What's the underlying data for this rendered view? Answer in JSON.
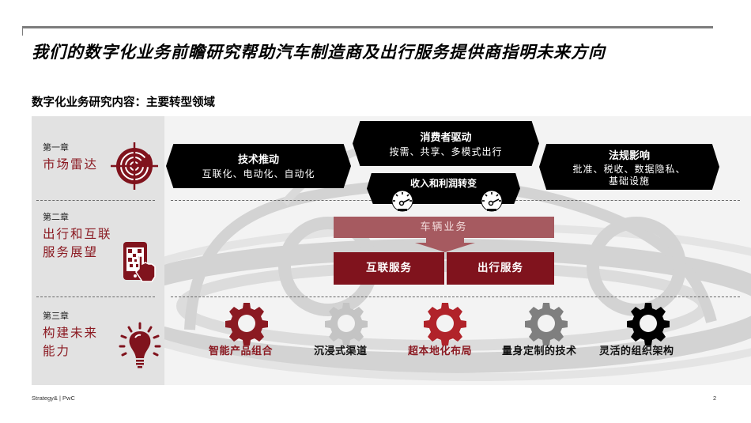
{
  "header": {
    "title": "我们的数字化业务前瞻研究帮助汽车制造商及出行服务提供商指明未来方向",
    "subtitle": "数字化业务研究内容：主要转型领域"
  },
  "chapters": [
    {
      "number": "第一章",
      "title_lines": [
        "市场雷达"
      ],
      "icon": "radar-target-icon"
    },
    {
      "number": "第二章",
      "title_lines": [
        "出行和互联",
        "服务展望"
      ],
      "icon": "mobile-qr-touch-icon"
    },
    {
      "number": "第三章",
      "title_lines": [
        "构建未来",
        "能力"
      ],
      "icon": "lightbulb-icon"
    }
  ],
  "drivers": {
    "tech": {
      "heading": "技术推动",
      "detail": "互联化、电动化、自动化"
    },
    "consumer": {
      "heading": "消费者驱动",
      "detail": "按需、共享、多模式出行"
    },
    "regulation": {
      "heading": "法规影响",
      "detail_line1": "批准、税收、数据隐私、",
      "detail_line2": "基础设施"
    },
    "revenue": {
      "heading": "收入和利润转变",
      "icons": [
        "speedometer-icon",
        "speedometer-icon"
      ]
    }
  },
  "vehicle_business": {
    "label": "车辆业务",
    "connected_services": "互联服务",
    "mobility_services": "出行服务"
  },
  "capabilities": [
    {
      "label": "智能产品组合",
      "gear_color": "#8b1a22",
      "label_color": "#8b1a22"
    },
    {
      "label": "沉浸式渠道",
      "gear_color": "#c4c4c4",
      "label_color": "#111111"
    },
    {
      "label": "超本地化布局",
      "gear_color": "#b1232a",
      "label_color": "#8b1a22"
    },
    {
      "label": "量身定制的技术",
      "gear_color": "#7f7f7f",
      "label_color": "#111111"
    },
    {
      "label": "灵活的组织架构",
      "gear_color": "#000000",
      "label_color": "#111111"
    }
  ],
  "colors": {
    "accent_dark_red": "#80131d",
    "accent_light_red": "#a65a60",
    "left_column_bg": "#e2e2e2",
    "panel_bg": "#f3f3f3"
  },
  "footer": {
    "brand": "Strategy& | PwC",
    "page_number": "2"
  }
}
